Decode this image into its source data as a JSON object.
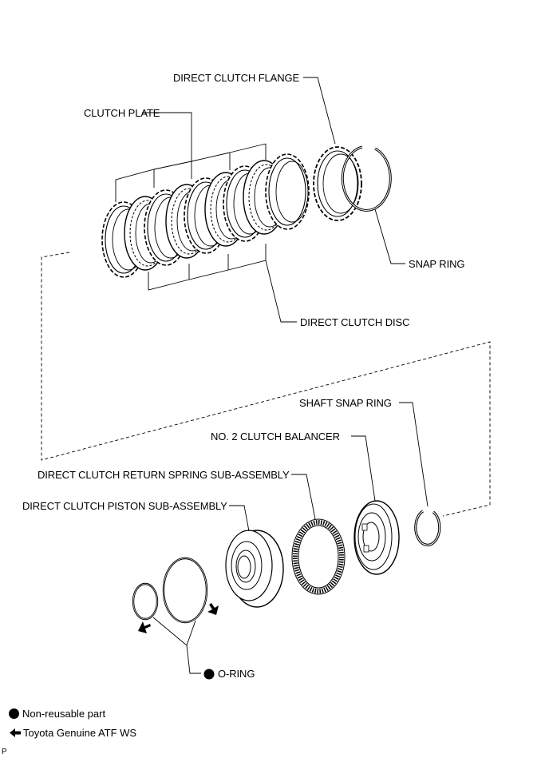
{
  "labels": {
    "direct_clutch_flange": "DIRECT CLUTCH FLANGE",
    "clutch_plate": "CLUTCH PLATE",
    "snap_ring": "SNAP RING",
    "direct_clutch_disc": "DIRECT CLUTCH DISC",
    "shaft_snap_ring": "SHAFT SNAP RING",
    "no2_clutch_balancer": "NO. 2 CLUTCH BALANCER",
    "return_spring": "DIRECT CLUTCH RETURN SPRING SUB-ASSEMBLY",
    "piston": "DIRECT CLUTCH PISTON SUB-ASSEMBLY",
    "o_ring": "O-RING"
  },
  "legend": {
    "non_reusable": "Non-reusable part",
    "atf": "Toyota Genuine ATF WS"
  },
  "figure_id": "P",
  "colors": {
    "line": "#000000",
    "background": "#ffffff"
  },
  "icons": {
    "non_reusable": "filled-circle-icon",
    "atf": "left-arrow-icon"
  }
}
